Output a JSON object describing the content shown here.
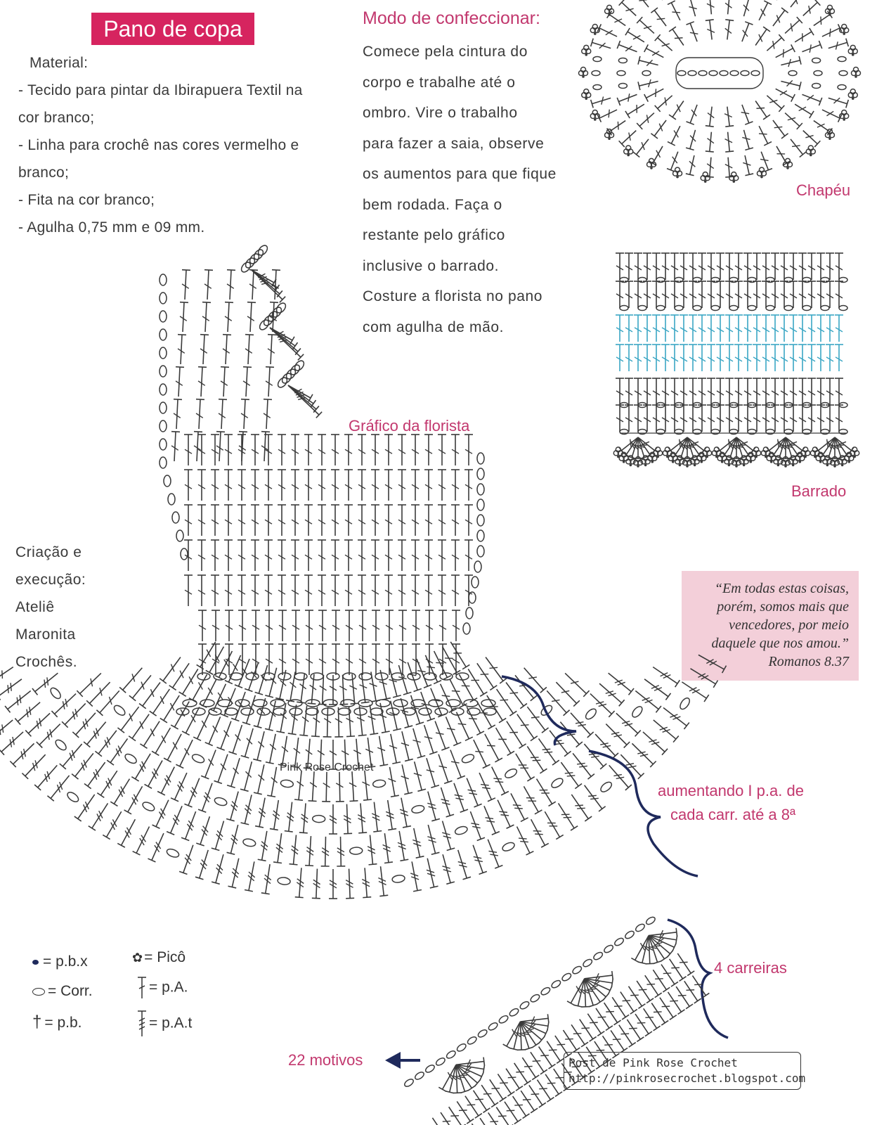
{
  "title": "Pano de copa",
  "material": {
    "heading": "Material:",
    "items": [
      "- Tecido para pintar da Ibirapuera Textil na",
      "cor branco;",
      "- Linha para crochê nas cores vermelho e",
      "branco;",
      "- Fita na cor branco;",
      "- Agulha 0,75 mm e 09 mm."
    ]
  },
  "instructions": {
    "heading": "Modo de confeccionar:",
    "lines": [
      "Comece pela cintura do",
      "corpo e trabalhe até o",
      "ombro. Vire o trabalho",
      "para fazer a saia, observe",
      "os aumentos para que fique",
      "bem rodada. Faça o",
      "restante pelo gráfico",
      "inclusive o barrado.",
      "Costure a florista no pano",
      "com agulha de mão."
    ]
  },
  "labels": {
    "chapeu": "Chapéu",
    "barrado": "Barrado",
    "grafico": "Gráfico da florista",
    "aumentando_1": "aumentando I p.a. de",
    "aumentando_2": "cada carr. até a 8ª",
    "carreiras": "4 carreiras",
    "motivos": "22 motivos",
    "watermark": "Pink Rose Crochet"
  },
  "credit": {
    "lines": [
      "Criação e",
      "execução:",
      "Ateliê",
      "Maronita",
      "Crochês."
    ]
  },
  "quote": {
    "lines": [
      "“Em todas estas coisas,",
      "porém, somos mais que",
      "vencedores, por meio",
      "daquele que nos amou.”",
      "Romanos 8.37"
    ]
  },
  "legend": {
    "pbx": "= p.b.x",
    "corr": "= Corr.",
    "pb": "= p.b.",
    "pico": "= Picô",
    "pa": "= p.A.",
    "pat": "= p.A.t"
  },
  "post": {
    "line1": "Post de Pink Rose Crochet",
    "line2": "http://pinkrosecrochet.blogspot.com"
  },
  "colors": {
    "title_bg": "#d6245f",
    "accent_text": "#c2386e",
    "quote_bg": "#f3cfd9",
    "brace": "#1f2a5c",
    "barrado_highlight": "#3aa6c4"
  }
}
